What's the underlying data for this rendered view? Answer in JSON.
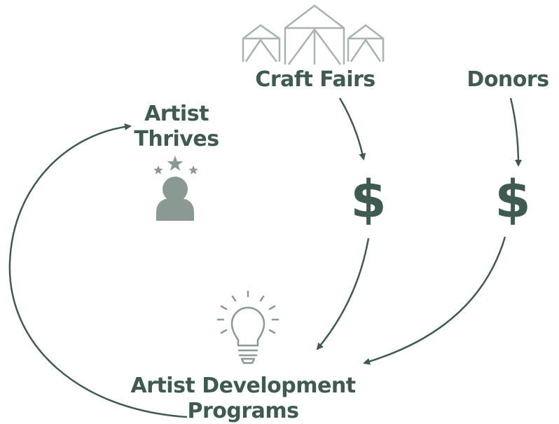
{
  "nodes": {
    "craft_fairs": "Craft Fairs",
    "donors": "Donors",
    "artist_thrives_line1": "Artist",
    "artist_thrives_line2": "Thrives",
    "programs_line1": "Artist Development",
    "programs_line2": "Programs"
  },
  "symbols": {
    "craft_fairs_money": "$",
    "donors_money": "$"
  },
  "icons": [
    "tents-icon",
    "person-with-stars-icon",
    "lightbulb-icon"
  ],
  "colors": {
    "primary": "#3f5a51",
    "icon_gray": "#8a9a92",
    "tent_outline": "#a7b3ad"
  }
}
